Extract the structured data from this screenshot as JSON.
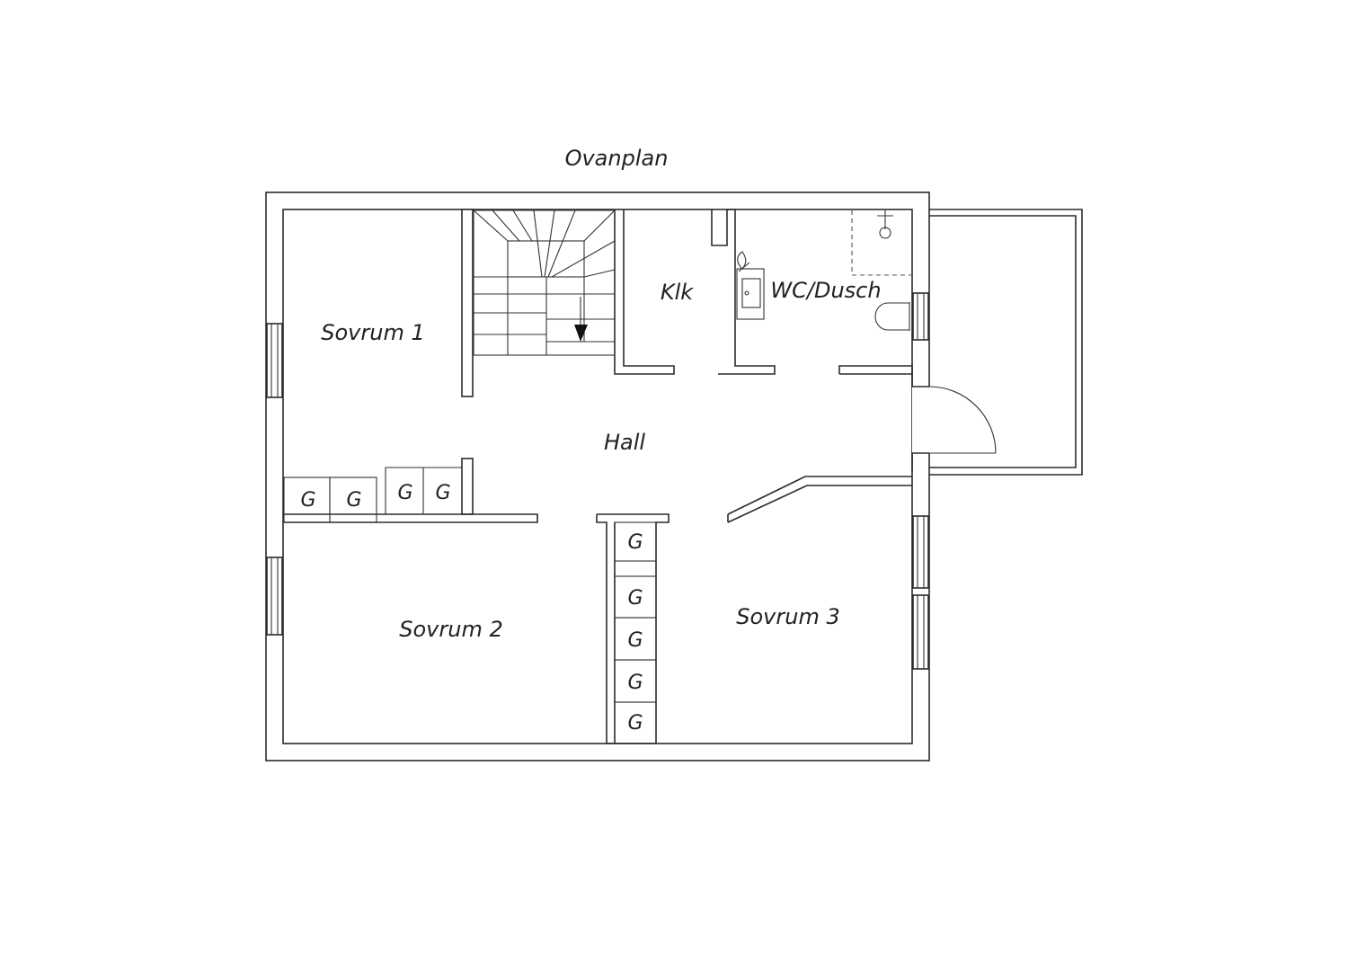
{
  "title": "Ovanplan",
  "rooms": {
    "sovrum1": "Sovrum 1",
    "sovrum2": "Sovrum 2",
    "sovrum3": "Sovrum 3",
    "hall": "Hall",
    "klk": "Klk",
    "wc": "WC/Dusch"
  },
  "closet_label": "G",
  "colors": {
    "line": "#2b2b2b",
    "background": "#ffffff"
  }
}
